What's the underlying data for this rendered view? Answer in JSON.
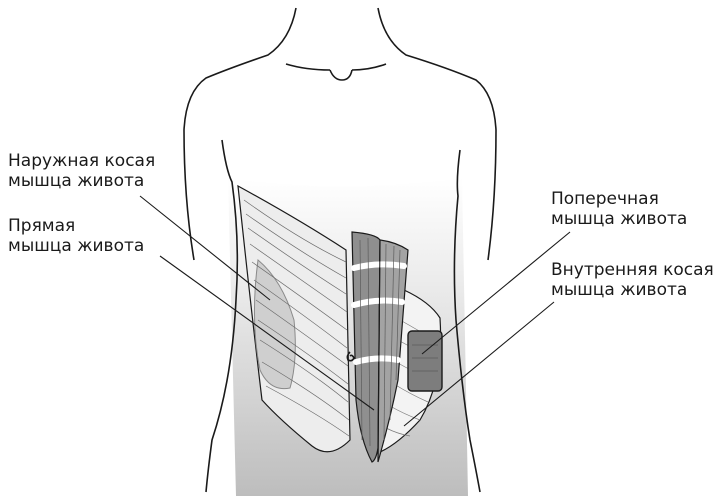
{
  "labels": {
    "external_oblique": {
      "line1": "Наружная косая",
      "line2": "мышца живота"
    },
    "rectus": {
      "line1": "Прямая",
      "line2": "мышца живота"
    },
    "transverse": {
      "line1": "Поперечная",
      "line2": "мышца живота"
    },
    "internal_oblique": {
      "line1": "Внутренняя косая",
      "line2": "мышца живота"
    }
  },
  "icons": {
    "torso": "torso-outline-icon",
    "umbilicus": "umbilicus-icon"
  },
  "colors": {
    "outline": "#1a1a1a",
    "rectus_muscle": "#8f8f8f",
    "oblique_muscle": "#e9e9e9",
    "transverse_muscle": "#7d7d7d",
    "abdomen_shading": "#c9c9c9"
  }
}
